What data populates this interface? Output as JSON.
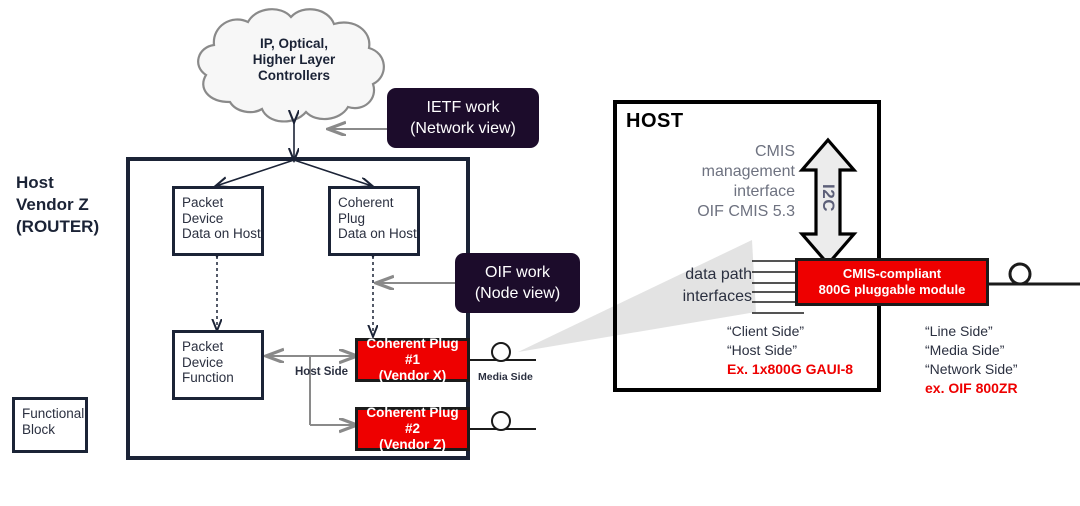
{
  "left": {
    "cloud_label": [
      "IP, Optical,",
      "Higher Layer",
      "Controllers"
    ],
    "host_title": [
      "Host",
      "Vendor Z",
      "(ROUTER)"
    ],
    "blocks": [
      {
        "name": "packet-device-data-on-host",
        "lines": [
          "Packet",
          "Device",
          "Data on Host"
        ]
      },
      {
        "name": "coherent-plug-data-on-host",
        "lines": [
          "Coherent",
          "Plug",
          "Data on Host"
        ]
      },
      {
        "name": "packet-device-function",
        "lines": [
          "Packet",
          "Device",
          "Function"
        ]
      }
    ],
    "plugs": [
      {
        "title": "Coherent Plug #1",
        "vendor": "(Vendor X)"
      },
      {
        "title": "Coherent Plug #2",
        "vendor": "(Vendor Z)"
      }
    ],
    "pills": [
      {
        "name": "ietf-work",
        "l1": "IETF work",
        "l2": "(Network view)"
      },
      {
        "name": "oif-work",
        "l1": "OIF work",
        "l2": "(Node view)"
      }
    ],
    "host_side_label": "Host Side",
    "media_side_label": "Media Side",
    "legend": {
      "lines": [
        "Functional",
        "Block"
      ]
    }
  },
  "right": {
    "title": "HOST",
    "cmis_lines": [
      "CMIS",
      "management",
      "interface",
      "OIF CMIS 5.3"
    ],
    "i2c_label": "I2C",
    "datapath_lines": [
      "data path",
      "interfaces"
    ],
    "module": {
      "l1": "CMIS-compliant",
      "l2": "800G pluggable module"
    },
    "client_side": {
      "lines": [
        "“Client Side”",
        "“Host Side”"
      ],
      "example": "Ex. 1x800G GAUI-8"
    },
    "line_side": {
      "lines": [
        "“Line Side”",
        "“Media Side”",
        "“Network Side”"
      ],
      "example": "ex. OIF 800ZR"
    }
  },
  "colors": {
    "red": "#ee0000",
    "dark_navy": "#1b2336",
    "pill": "#1c0c2b",
    "gray_line": "#8a8a8a",
    "cone": "#e2e2e2",
    "gray_text": "#6e7280"
  }
}
